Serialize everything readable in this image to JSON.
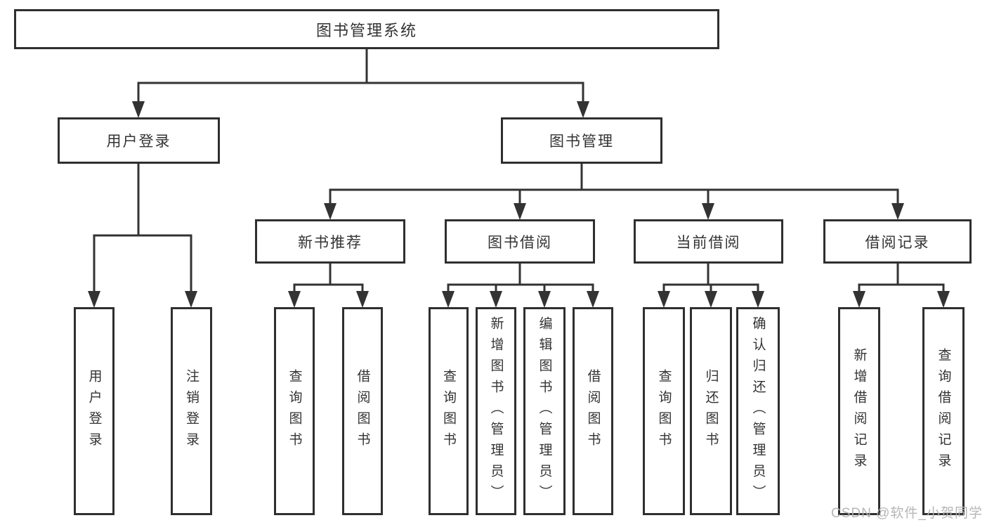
{
  "tree": {
    "root": {
      "label": "图书管理系统"
    },
    "branches": [
      {
        "label": "用户登录",
        "children": [
          {
            "label": "用户登录"
          },
          {
            "label": "注销登录"
          }
        ]
      },
      {
        "label": "图书管理",
        "children": [
          {
            "label": "新书推荐",
            "children": [
              {
                "label": "查询图书"
              },
              {
                "label": "借阅图书"
              }
            ]
          },
          {
            "label": "图书借阅",
            "children": [
              {
                "label": "查询图书"
              },
              {
                "label": "新增图书（管理员）"
              },
              {
                "label": "编辑图书（管理员）"
              },
              {
                "label": "借阅图书"
              }
            ]
          },
          {
            "label": "当前借阅",
            "children": [
              {
                "label": "查询图书"
              },
              {
                "label": "归还图书"
              },
              {
                "label": "确认归还（管理员）"
              }
            ]
          },
          {
            "label": "借阅记录",
            "children": [
              {
                "label": "新增借阅记录"
              },
              {
                "label": "查询借阅记录"
              }
            ]
          }
        ]
      }
    ]
  },
  "watermark": {
    "text": "CSDN @软件_小贺同学"
  },
  "colors": {
    "line": "#333333",
    "box_border": "#2f2f2f",
    "text": "#333333",
    "background": "#ffffff",
    "watermark": "#b2b2b2"
  }
}
